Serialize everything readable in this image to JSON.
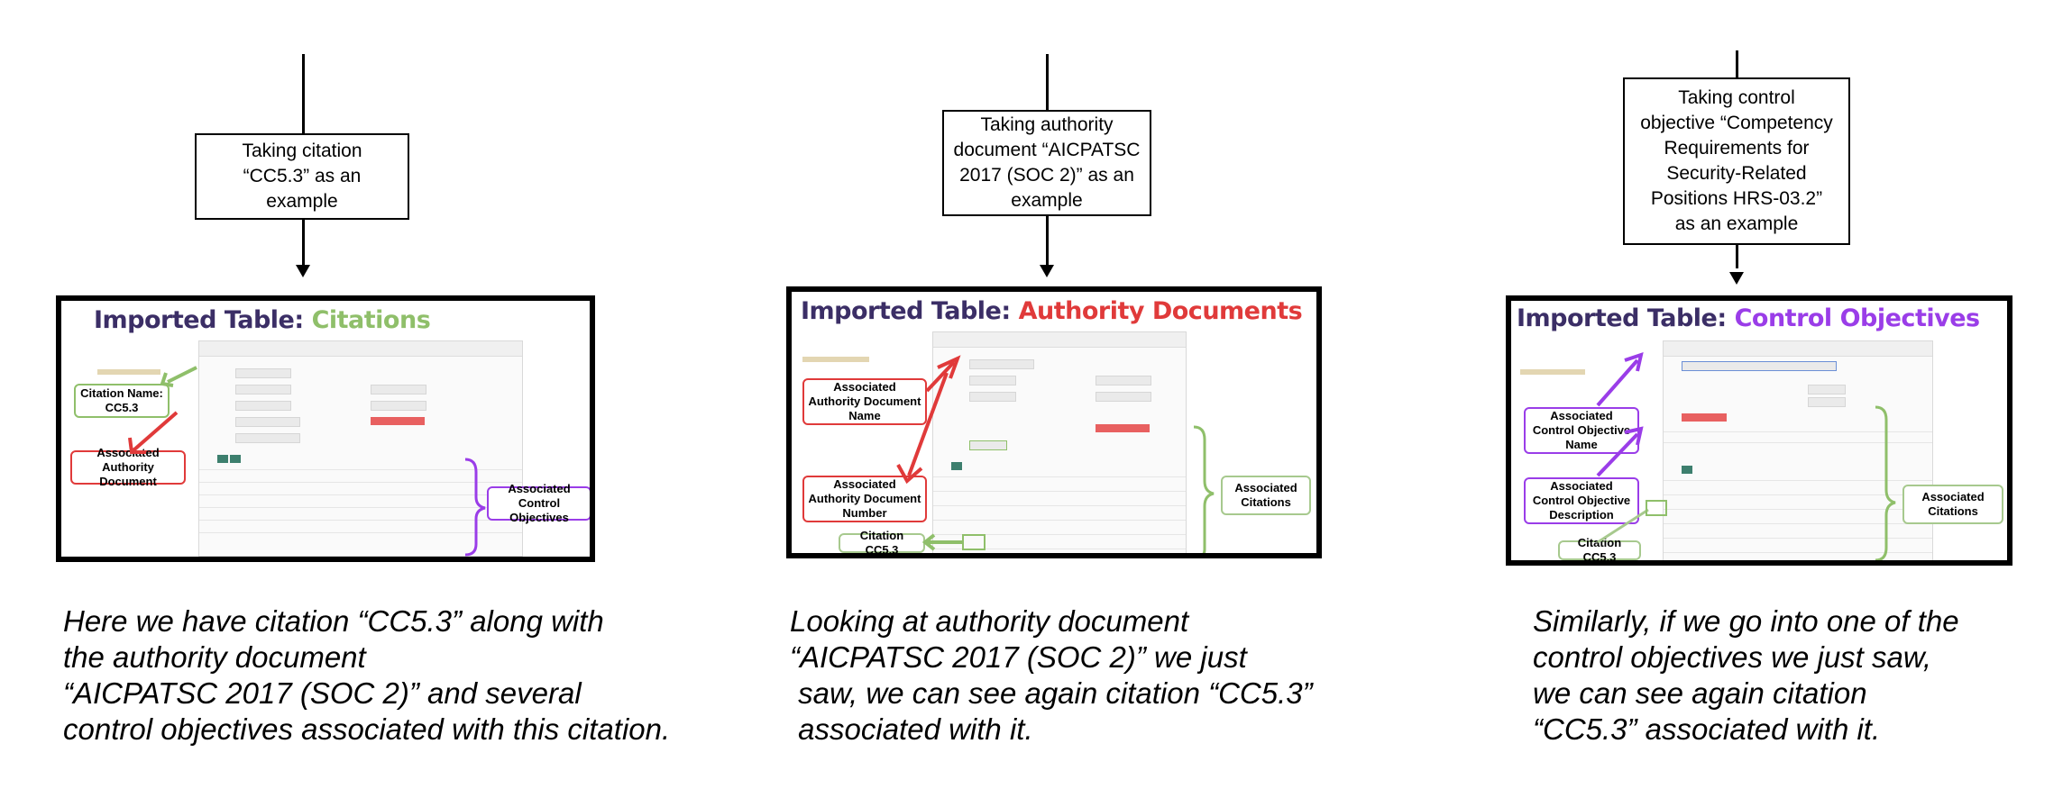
{
  "panels": [
    {
      "callout": "Taking citation\n“CC5.3” as an\nexample",
      "title_lead": "Imported Table: ",
      "title_accent": "Citations",
      "accent_color": "#8fbf6a",
      "labels": {
        "citation_name": "Citation Name:\nCC5.3",
        "authority_document": "Associated\nAuthority Document",
        "control_objectives": "Associated\nControl Objectives"
      },
      "caption": "Here we have citation “CC5.3” along with\nthe authority document\n“AICPATSC 2017 (SOC 2)” and several\ncontrol objectives associated with this citation."
    },
    {
      "callout": "Taking authority\ndocument “AICPATSC\n2017 (SOC 2)” as an\nexample",
      "title_lead": "Imported Table: ",
      "title_accent": "Authority Documents",
      "accent_color": "#e03a3a",
      "labels": {
        "doc_name": "Associated\nAuthority Document\nName",
        "doc_number": "Associated\nAuthority Document\nNumber",
        "citations": "Associated\nCitations",
        "citation": "Citation CC5.3"
      },
      "caption": "Looking at authority document\n“AICPATSC 2017 (SOC 2)” we just\n saw, we can see again citation “CC5.3”\n associated with it."
    },
    {
      "callout": "Taking control\nobjective “Competency\nRequirements for\nSecurity-Related\nPositions HRS-03.2”\nas an example",
      "title_lead": "Imported Table: ",
      "title_accent": "Control Objectives",
      "accent_color": "#9a3de8",
      "labels": {
        "co_name": "Associated\nControl Objective\nName",
        "co_desc": "Associated\nControl Objective\nDescription",
        "citations": "Associated\nCitations",
        "citation": "Citation CC5.3"
      },
      "caption": "Similarly, if we go into one of the\ncontrol objectives we just saw,\nwe can see again citation\n“CC5.3” associated with it."
    }
  ],
  "title_color": "#3b2e66"
}
